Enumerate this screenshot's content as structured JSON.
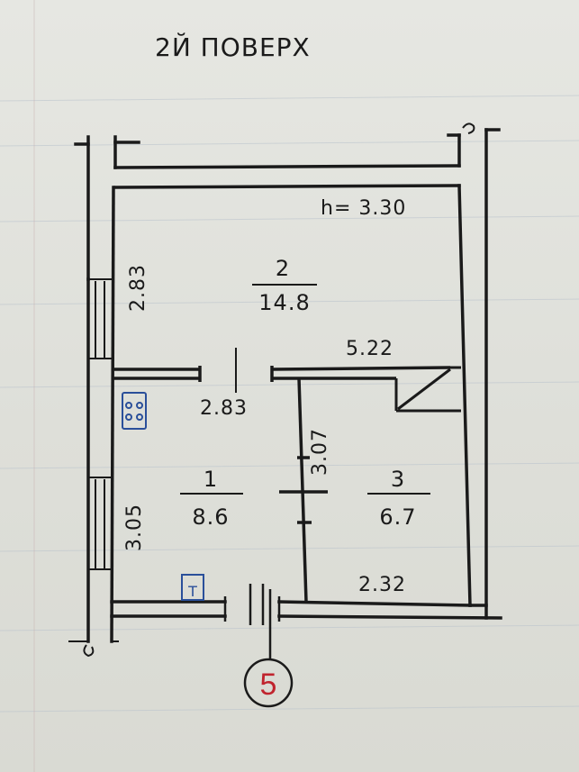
{
  "title": "2Й ПОВЕРХ",
  "height_label": "h= 3.30",
  "rooms": [
    {
      "number": "2",
      "area": "14.8"
    },
    {
      "number": "1",
      "area": "8.6"
    },
    {
      "number": "3",
      "area": "6.7"
    }
  ],
  "dimensions": {
    "room2_height": "2.83",
    "room2_width": "5.22",
    "room1_width": "2.83",
    "room1_height": "3.05",
    "room3_height": "3.07",
    "room3_width": "2.32"
  },
  "markers": {
    "stove_symbol": "stove-icon",
    "heater_symbol": "Т",
    "section_marker": "5"
  },
  "colors": {
    "ink": "#1a1a1a",
    "marker": "#c0242e",
    "stove": "#2a4f9a"
  }
}
